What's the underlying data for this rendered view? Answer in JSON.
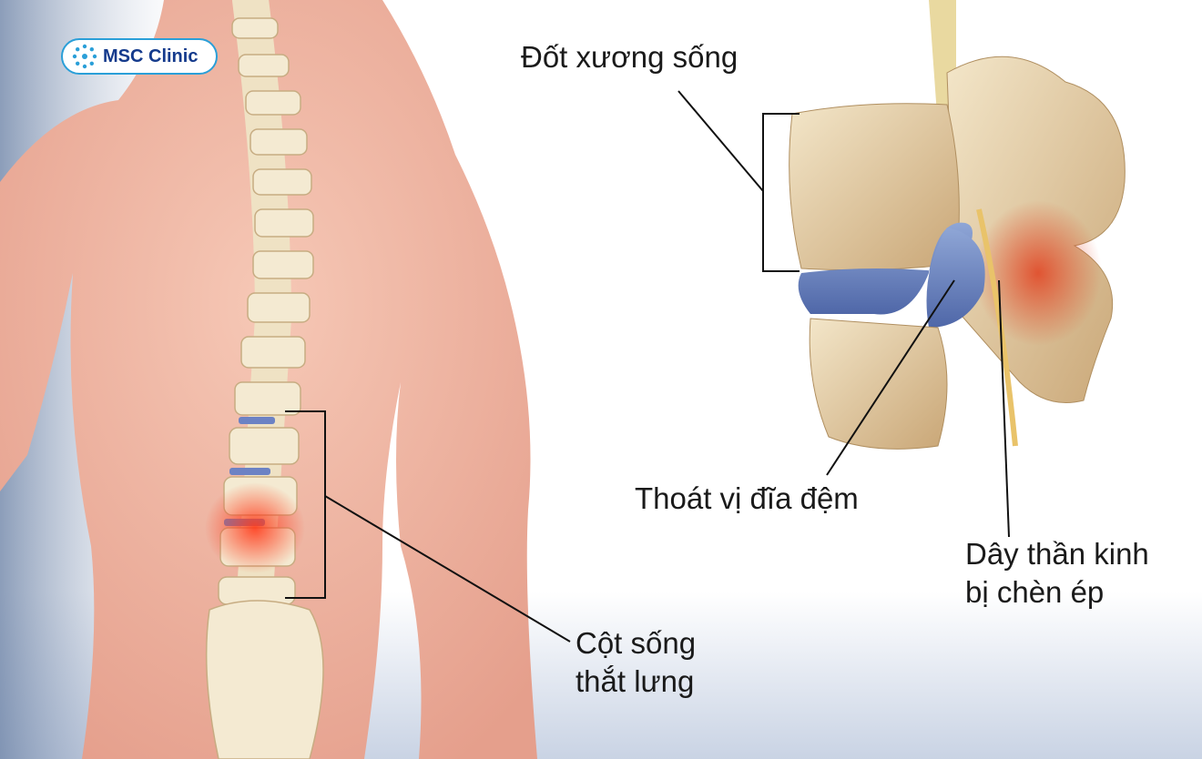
{
  "logo": {
    "text": "MSC Clinic",
    "brand_color": "#143a8c",
    "accent": "#2a9fd8"
  },
  "labels": {
    "vertebra": "Đốt xương sống",
    "herniated_disc": "Thoát vị đĩa đệm",
    "nerve_line1": "Dây thần kinh",
    "nerve_line2": "bị chèn ép",
    "lumbar_line1": "Cột sống",
    "lumbar_line2": "thắt lưng"
  }
}
